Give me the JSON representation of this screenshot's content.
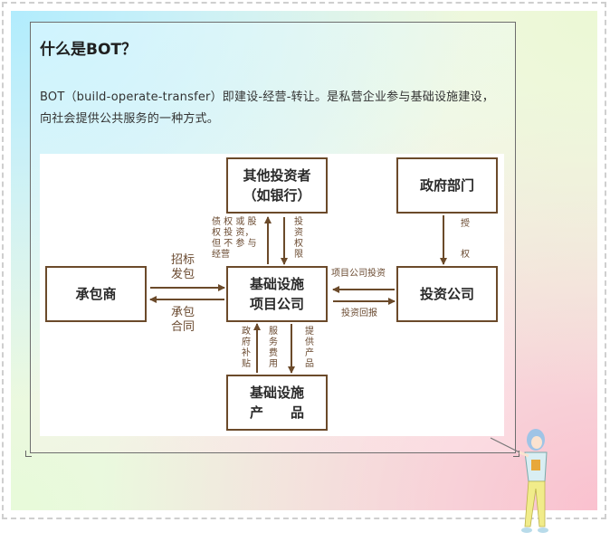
{
  "title": "什么是BOT？",
  "intro": "BOT（build-operate-transfer）即建设-经营-转让。是私营企业参与基础设施建设，向社会提供公共服务的一种方式。",
  "diagram": {
    "boxes": {
      "other_investors": "其他投资者\n（如银行）",
      "government": "政府部门",
      "contractor": "承包商",
      "center": "基础设施\n项目公司",
      "investment_company": "投资公司",
      "product": "基础设施\n产　　品"
    },
    "labels": {
      "debt_equity": "债 权 或 股\n权 投 资，\n但 不 参 与\n经营",
      "invest_rights": "投资权限",
      "authorize_1": "授",
      "authorize_2": "权",
      "bid_subcontract": "招标\n发包",
      "subcontract_contract": "承包\n合同",
      "project_investment": "项目公司投资",
      "investment_return": "投资回报",
      "gov_subsidy": "政府补贴",
      "service_fee": "服务费用",
      "provide_product": "提供产品"
    },
    "colors": {
      "line": "#6b4a2a",
      "text": "#6a4a30"
    }
  }
}
